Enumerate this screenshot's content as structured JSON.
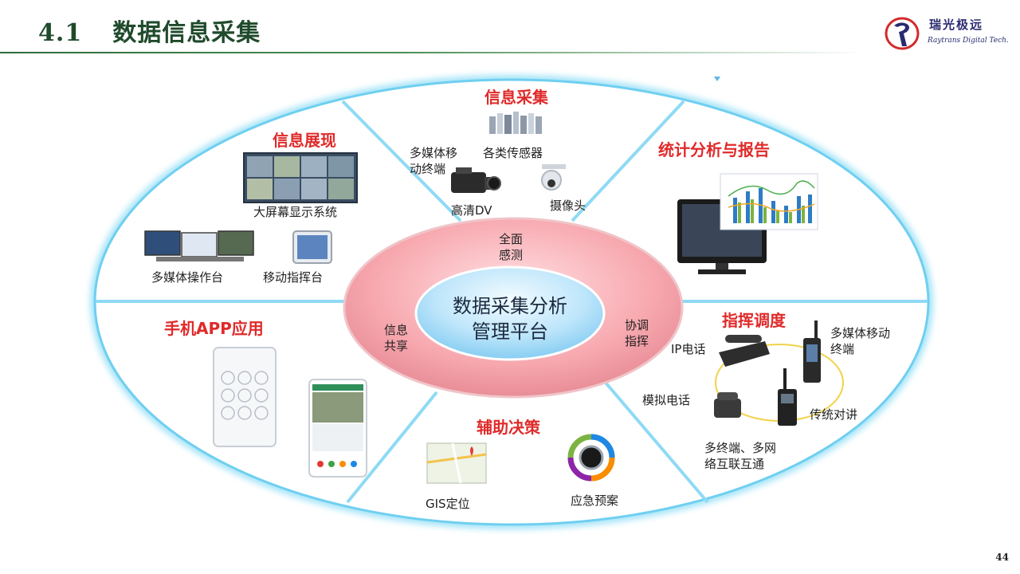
{
  "header": {
    "section_number": "4.1",
    "title": "数据信息采集"
  },
  "logo": {
    "cn_name": "瑞光极远",
    "en_name": "Raytrans Digital Tech."
  },
  "page_number": "44",
  "diagram": {
    "center": {
      "line1": "数据采集分析",
      "line2": "管理平台"
    },
    "ring": {
      "top": {
        "line1": "全面",
        "line2": "感测"
      },
      "left": {
        "line1": "信息",
        "line2": "共享"
      },
      "right": {
        "line1": "协调",
        "line2": "指挥"
      }
    },
    "sections": {
      "info_collection": {
        "title": "信息采集",
        "items": [
          "多媒体移动终端",
          "各类传感器",
          "高清DV",
          "摄像头"
        ]
      },
      "info_display": {
        "title": "信息展现",
        "items": [
          "大屏幕显示系统",
          "多媒体操作台",
          "移动指挥台"
        ]
      },
      "stats": {
        "title": "统计分析与报告"
      },
      "mobile_app": {
        "title": "手机APP应用"
      },
      "dispatch": {
        "title": "指挥调度",
        "items": [
          "IP电话",
          "多媒体移动终端",
          "模拟电话",
          "传统对讲",
          "多终端、多网络互联互通"
        ]
      },
      "decision": {
        "title": "辅助决策",
        "items": [
          "GIS定位",
          "应急预案"
        ]
      }
    },
    "colors": {
      "section_title": "#e02a2a",
      "ellipse_border": "#6fcff0",
      "ring_fill": "#f7a7ae",
      "center_fill": "#bfe6fb",
      "header_title": "#1f4a2c"
    }
  }
}
